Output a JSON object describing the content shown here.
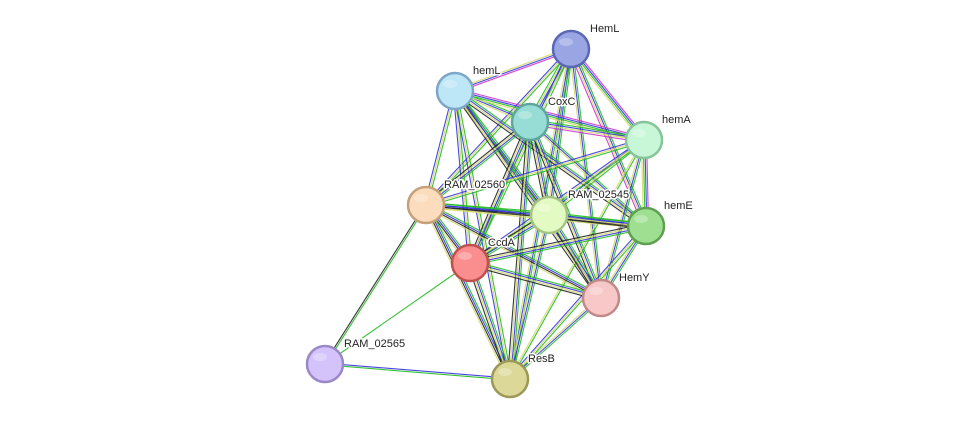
{
  "network": {
    "nodes": [
      {
        "id": "HemL",
        "label": "HemL",
        "color": "#9aa6e4",
        "stroke": "#5a67b5"
      },
      {
        "id": "hemL",
        "label": "hemL",
        "color": "#bde6f7",
        "stroke": "#7ea6c6"
      },
      {
        "id": "CoxC",
        "label": "CoxC",
        "color": "#98ddd5",
        "stroke": "#5ea69d"
      },
      {
        "id": "hemA",
        "label": "hemA",
        "color": "#c8f7d8",
        "stroke": "#86c49a"
      },
      {
        "id": "RAM_02560",
        "label": "RAM_02560",
        "color": "#fbdcbd",
        "stroke": "#c6a07a"
      },
      {
        "id": "RAM_02545",
        "label": "RAM_02545",
        "color": "#e3fbc3",
        "stroke": "#a4c582"
      },
      {
        "id": "hemE",
        "label": "hemE",
        "color": "#9edf92",
        "stroke": "#5e9f52"
      },
      {
        "id": "CcdA",
        "label": "CcdA",
        "color": "#fa8e8e",
        "stroke": "#c05050"
      },
      {
        "id": "HemY",
        "label": "HemY",
        "color": "#f8c8c8",
        "stroke": "#c08a8a"
      },
      {
        "id": "RAM_02565",
        "label": "RAM_02565",
        "color": "#d3c3fa",
        "stroke": "#9a88c8"
      },
      {
        "id": "ResB",
        "label": "ResB",
        "color": "#dcd898",
        "stroke": "#9c9858"
      }
    ],
    "edges": [
      {
        "source": "HemL",
        "target": "hemL",
        "channels": [
          "#cc33cc",
          "#3333dd",
          "#d4d86a"
        ]
      },
      {
        "source": "HemL",
        "target": "CoxC",
        "channels": [
          "#22bb22",
          "#3333dd",
          "#d4d86a",
          "#22bb22"
        ]
      },
      {
        "source": "HemL",
        "target": "hemA",
        "channels": [
          "#cc33cc",
          "#3333dd",
          "#22bb22",
          "#d4d86a"
        ]
      },
      {
        "source": "HemL",
        "target": "RAM_02560",
        "channels": [
          "#22bb22",
          "#d4d86a",
          "#3333dd"
        ]
      },
      {
        "source": "HemL",
        "target": "RAM_02545",
        "channels": [
          "#22bb22",
          "#3333dd",
          "#d4d86a"
        ]
      },
      {
        "source": "HemL",
        "target": "hemE",
        "channels": [
          "#22bb22",
          "#3333dd",
          "#d4d86a",
          "#cc33cc"
        ]
      },
      {
        "source": "HemL",
        "target": "CcdA",
        "channels": [
          "#22bb22",
          "#d4d86a",
          "#3333dd"
        ]
      },
      {
        "source": "HemL",
        "target": "HemY",
        "channels": [
          "#22bb22",
          "#3333dd",
          "#d4d86a"
        ]
      },
      {
        "source": "HemL",
        "target": "ResB",
        "channels": [
          "#22bb22",
          "#3333dd",
          "#d4d86a"
        ]
      },
      {
        "source": "hemL",
        "target": "CoxC",
        "channels": [
          "#22bb22",
          "#3333dd",
          "#d4d86a"
        ]
      },
      {
        "source": "hemL",
        "target": "hemA",
        "channels": [
          "#cc33cc",
          "#3333dd",
          "#22bb22",
          "#d4d86a"
        ]
      },
      {
        "source": "hemL",
        "target": "RAM_02560",
        "channels": [
          "#22bb22",
          "#d4d86a",
          "#3333dd"
        ]
      },
      {
        "source": "hemL",
        "target": "RAM_02545",
        "channels": [
          "#22bb22",
          "#3333dd",
          "#222222",
          "#d4d86a"
        ]
      },
      {
        "source": "hemL",
        "target": "hemE",
        "channels": [
          "#22bb22",
          "#3333dd",
          "#d4d86a",
          "#222222"
        ]
      },
      {
        "source": "hemL",
        "target": "CcdA",
        "channels": [
          "#22bb22",
          "#d4d86a",
          "#3333dd"
        ]
      },
      {
        "source": "hemL",
        "target": "HemY",
        "channels": [
          "#22bb22",
          "#3333dd",
          "#d4d86a",
          "#222222"
        ]
      },
      {
        "source": "hemL",
        "target": "ResB",
        "channels": [
          "#22bb22",
          "#d4d86a",
          "#3333dd"
        ]
      },
      {
        "source": "CoxC",
        "target": "hemA",
        "channels": [
          "#22bb22",
          "#3333dd",
          "#d4d86a",
          "#cc33cc"
        ]
      },
      {
        "source": "CoxC",
        "target": "RAM_02560",
        "channels": [
          "#22bb22",
          "#3333dd",
          "#d4d86a",
          "#222222"
        ]
      },
      {
        "source": "CoxC",
        "target": "RAM_02545",
        "channels": [
          "#22bb22",
          "#3333dd",
          "#d4d86a",
          "#222222"
        ]
      },
      {
        "source": "CoxC",
        "target": "hemE",
        "channels": [
          "#22bb22",
          "#3333dd",
          "#d4d86a"
        ]
      },
      {
        "source": "CoxC",
        "target": "CcdA",
        "channels": [
          "#22bb22",
          "#3333dd",
          "#d4d86a",
          "#222222"
        ]
      },
      {
        "source": "CoxC",
        "target": "HemY",
        "channels": [
          "#22bb22",
          "#3333dd",
          "#d4d86a",
          "#222222"
        ]
      },
      {
        "source": "CoxC",
        "target": "ResB",
        "channels": [
          "#22bb22",
          "#3333dd",
          "#d4d86a",
          "#222222"
        ]
      },
      {
        "source": "hemA",
        "target": "RAM_02560",
        "channels": [
          "#22bb22",
          "#d4d86a",
          "#3333dd"
        ]
      },
      {
        "source": "hemA",
        "target": "RAM_02545",
        "channels": [
          "#22bb22",
          "#d4d86a",
          "#3333dd"
        ]
      },
      {
        "source": "hemA",
        "target": "hemE",
        "channels": [
          "#cc33cc",
          "#3333dd",
          "#22bb22",
          "#d4d86a"
        ]
      },
      {
        "source": "hemA",
        "target": "CcdA",
        "channels": [
          "#22bb22",
          "#d4d86a",
          "#3333dd"
        ]
      },
      {
        "source": "hemA",
        "target": "HemY",
        "channels": [
          "#22bb22",
          "#3333dd",
          "#d4d86a"
        ]
      },
      {
        "source": "hemA",
        "target": "ResB",
        "channels": [
          "#22bb22",
          "#d4d86a"
        ]
      },
      {
        "source": "RAM_02560",
        "target": "RAM_02545",
        "channels": [
          "#22bb22",
          "#3333dd",
          "#222222",
          "#d4d86a"
        ]
      },
      {
        "source": "RAM_02560",
        "target": "hemE",
        "channels": [
          "#22bb22",
          "#3333dd",
          "#222222",
          "#d4d86a"
        ]
      },
      {
        "source": "RAM_02560",
        "target": "CcdA",
        "channels": [
          "#22bb22",
          "#3333dd",
          "#222222",
          "#d4d86a"
        ]
      },
      {
        "source": "RAM_02560",
        "target": "HemY",
        "channels": [
          "#22bb22",
          "#3333dd",
          "#222222",
          "#d4d86a"
        ]
      },
      {
        "source": "RAM_02560",
        "target": "ResB",
        "channels": [
          "#22bb22",
          "#3333dd",
          "#222222",
          "#d4d86a"
        ]
      },
      {
        "source": "RAM_02560",
        "target": "RAM_02565",
        "channels": [
          "#22bb22",
          "#222222"
        ]
      },
      {
        "source": "RAM_02545",
        "target": "hemE",
        "channels": [
          "#22bb22",
          "#3333dd",
          "#d4d86a",
          "#222222"
        ]
      },
      {
        "source": "RAM_02545",
        "target": "CcdA",
        "channels": [
          "#22bb22",
          "#3333dd",
          "#d4d86a",
          "#222222"
        ]
      },
      {
        "source": "RAM_02545",
        "target": "HemY",
        "channels": [
          "#22bb22",
          "#3333dd",
          "#d4d86a",
          "#222222"
        ]
      },
      {
        "source": "RAM_02545",
        "target": "ResB",
        "channels": [
          "#22bb22",
          "#3333dd",
          "#d4d86a"
        ]
      },
      {
        "source": "hemE",
        "target": "CcdA",
        "channels": [
          "#22bb22",
          "#3333dd",
          "#d4d86a",
          "#222222"
        ]
      },
      {
        "source": "hemE",
        "target": "HemY",
        "channels": [
          "#22bb22",
          "#3333dd",
          "#d4d86a"
        ]
      },
      {
        "source": "hemE",
        "target": "ResB",
        "channels": [
          "#22bb22",
          "#d4d86a",
          "#3333dd"
        ]
      },
      {
        "source": "CcdA",
        "target": "HemY",
        "channels": [
          "#22bb22",
          "#3333dd",
          "#d4d86a",
          "#222222"
        ]
      },
      {
        "source": "CcdA",
        "target": "ResB",
        "channels": [
          "#22bb22",
          "#3333dd",
          "#d4d86a",
          "#222222"
        ]
      },
      {
        "source": "CcdA",
        "target": "RAM_02565",
        "channels": [
          "#22bb22"
        ]
      },
      {
        "source": "HemY",
        "target": "ResB",
        "channels": [
          "#22bb22",
          "#3333dd",
          "#d4d86a"
        ]
      },
      {
        "source": "ResB",
        "target": "RAM_02565",
        "channels": [
          "#22bb22",
          "#3333dd"
        ]
      }
    ]
  }
}
